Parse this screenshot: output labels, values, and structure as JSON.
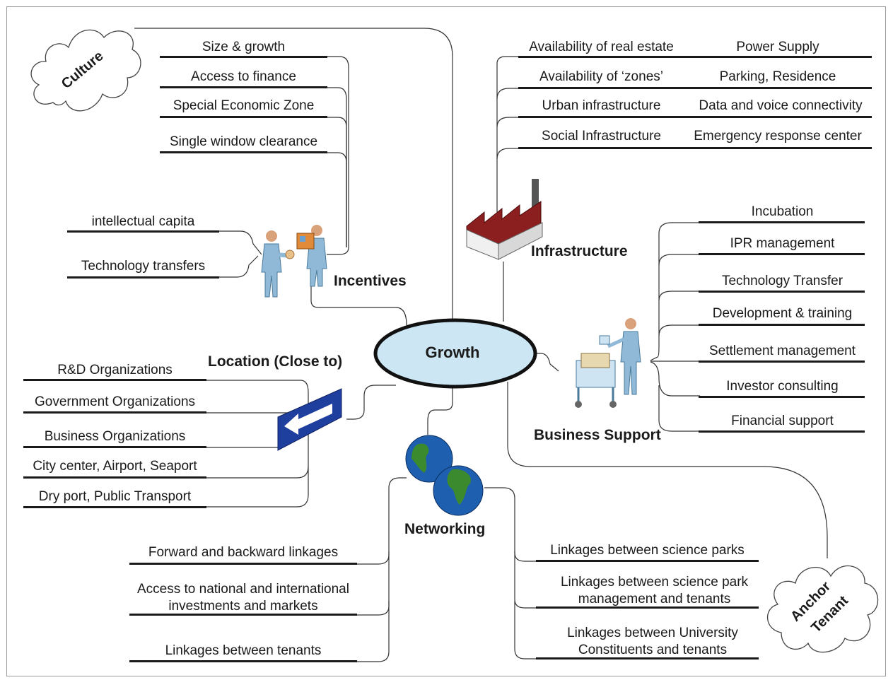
{
  "center": "Growth",
  "clouds": {
    "culture": "Culture",
    "anchor_tenant": [
      "Anchor",
      "Tenant"
    ]
  },
  "incentives": {
    "title": "Incentives",
    "items": [
      "Size & growth",
      "Access to finance",
      "Special Economic Zone",
      "Single window clearance"
    ],
    "sub_items": [
      "intellectual capita",
      "Technology transfers"
    ]
  },
  "infrastructure": {
    "title": "Infrastructure",
    "left_items": [
      "Availability of real estate",
      "Availability of ‘zones’",
      "Urban infrastructure",
      "Social Infrastructure"
    ],
    "right_items": [
      "Power Supply",
      "Parking, Residence",
      "Data and voice connectivity",
      "Emergency response center"
    ]
  },
  "business_support": {
    "title": "Business Support",
    "items": [
      "Incubation",
      "IPR management",
      "Technology Transfer",
      "Development & training",
      "Settlement management",
      "Investor consulting",
      "Financial support"
    ]
  },
  "location": {
    "title": "Location (Close to)",
    "items": [
      "R&D Organizations",
      "Government Organizations",
      "Business Organizations",
      "City center, Airport, Seaport",
      "Dry port, Public Transport"
    ]
  },
  "networking": {
    "title": "Networking",
    "left_items": [
      "Forward and backward linkages",
      "Access to national and international investments and markets",
      "Linkages between tenants"
    ],
    "right_items": [
      "Linkages between science parks",
      "Linkages between science park management and tenants",
      "Linkages between University Constituents and tenants"
    ]
  },
  "colors": {
    "ellipse_fill": "#cce6f4",
    "roof": "#8b1e1e",
    "person": "#8fb9d6",
    "arrow": "#1f3f9f",
    "globe_ocean": "#1f5fb0",
    "globe_land": "#3c8a2e"
  }
}
